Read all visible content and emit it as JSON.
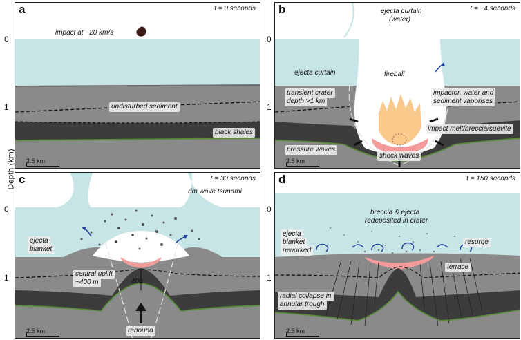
{
  "figure": {
    "y_axis_label": "Depth (km)",
    "y_ticks": [
      "0",
      "1",
      "0",
      "1"
    ]
  },
  "panels": {
    "a": {
      "letter": "a",
      "time": "t = 0 seconds",
      "labels": {
        "impact": "impact at ~20 km/s",
        "sediment": "undisturbed sediment",
        "shales": "black shales"
      },
      "scale": "2.5 km"
    },
    "b": {
      "letter": "b",
      "time": "t = ~4 seconds",
      "labels": {
        "curtain_water_1": "ejecta curtain",
        "curtain_water_2": "(water)",
        "ejecta_curtain": "ejecta curtain",
        "fireball": "fireball",
        "transient_1": "transient crater",
        "transient_2": "depth >1 km",
        "vapor_1": "impactor, water and",
        "vapor_2": "sediment vaporises",
        "melt": "impact melt/breccia/suevite",
        "pressure": "pressure waves",
        "shock": "shock waves"
      },
      "scale": "2.5 km"
    },
    "c": {
      "letter": "c",
      "time": "t = 30 seconds",
      "labels": {
        "tsunami": "rim wave tsunami",
        "blanket_1": "ejecta",
        "blanket_2": "blanket",
        "uplift_1": "central uplift",
        "uplift_2": "~400 m",
        "uplift_value": "400",
        "rebound": "rebound"
      },
      "scale": "2.5 km"
    },
    "d": {
      "letter": "d",
      "time": "t = 150 seconds",
      "labels": {
        "breccia_1": "breccia & ejecta",
        "breccia_2": "redeposited in crater",
        "reworked_1": "ejecta",
        "reworked_2": "blanket",
        "reworked_3": "reworked",
        "resurge": "resurge",
        "terrace": "terrace",
        "collapse_1": "radial collapse in",
        "collapse_2": "annular trough"
      },
      "scale": "2.5 km"
    }
  },
  "colors": {
    "water": "#c7e4e6",
    "sediment": "#8a8a8a",
    "shale": "#3c3c3c",
    "fireball": "#f8c98a",
    "melt": "#f29b9a",
    "arrow": "#1f3f9a",
    "green_line": "#5a8a3a"
  }
}
